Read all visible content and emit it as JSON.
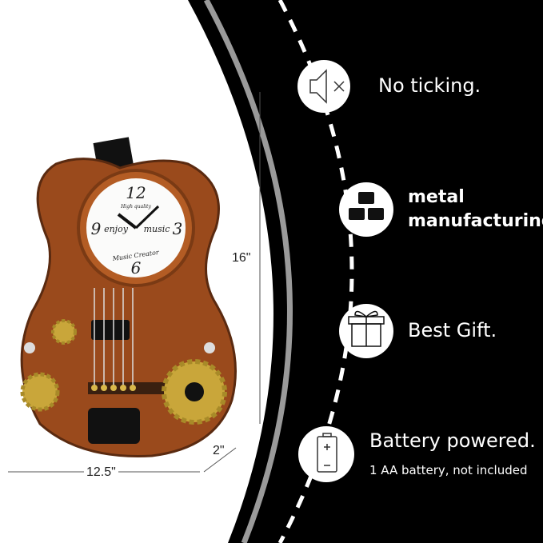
{
  "product": {
    "clock_face": {
      "top_text": "High quality",
      "left_text": "enjoy",
      "right_text": "music",
      "bottom_text": "Music Creator",
      "numerals": [
        "12",
        "3",
        "6",
        "9"
      ]
    }
  },
  "dimensions": {
    "height": "16\"",
    "width": "12.5\"",
    "depth": "2\""
  },
  "features": [
    {
      "icon": "speaker-mute-icon",
      "label": "No ticking."
    },
    {
      "icon": "metal-ingots-icon",
      "label_line1": "metal",
      "label_line2": "manufacturing"
    },
    {
      "icon": "gift-box-icon",
      "label": "Best Gift."
    },
    {
      "icon": "battery-icon",
      "label": "Battery powered.",
      "sublabel": "1 AA battery, not included"
    }
  ],
  "colors": {
    "background_dark": "#000000",
    "guitar_body": "#9a4a1c",
    "gear": "#c9a63a"
  }
}
